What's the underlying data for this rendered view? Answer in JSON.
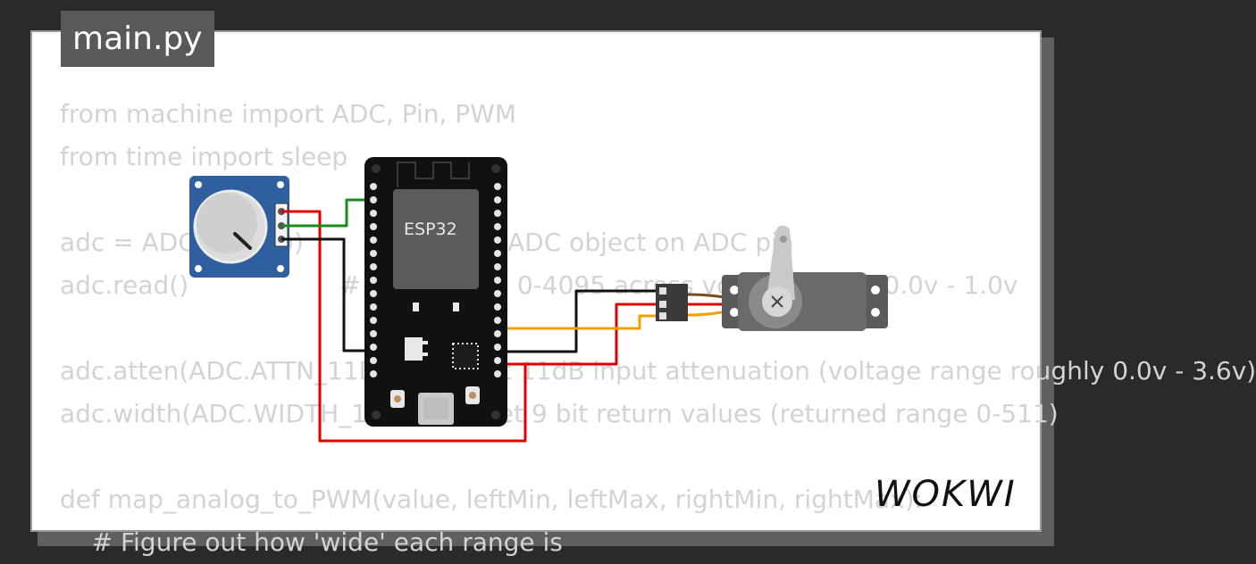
{
  "file_tab": {
    "label": "main.py"
  },
  "code": {
    "lines": [
      "from machine import ADC, Pin, PWM",
      "from time import sleep",
      "",
      "adc = ADC(Pin(34))           # create ADC object on ADC pin",
      "adc.read()                   # read value, 0-4095 across voltage range 0.0v - 1.0v",
      "",
      "adc.atten(ADC.ATTN_11DB)     # set 11dB input attenuation (voltage range roughly 0.0v - 3.6v)",
      "adc.width(ADC.WIDTH_10BIT)   # set 9 bit return values (returned range 0-511)",
      "",
      "def map_analog_to_PWM(value, leftMin, leftMax, rightMin, rightMax):",
      "    # Figure out how 'wide' each range is"
    ]
  },
  "board": {
    "chip_label": "ESP32"
  },
  "brand": {
    "logo_text": "WOKWI"
  },
  "colors": {
    "background": "#2a2a2a",
    "card": "#ffffff",
    "code_text": "#d3d3d3",
    "tab_bg": "#595959",
    "wire_red": "#e00000",
    "wire_green": "#1a8a1a",
    "wire_black": "#111111",
    "wire_orange": "#f5a000",
    "pot_board": "#2f5f9e",
    "servo_body": "#5b5b5b"
  },
  "icons": [
    "potentiometer-icon",
    "esp32-board-icon",
    "servo-motor-icon",
    "wokwi-logo-icon"
  ]
}
